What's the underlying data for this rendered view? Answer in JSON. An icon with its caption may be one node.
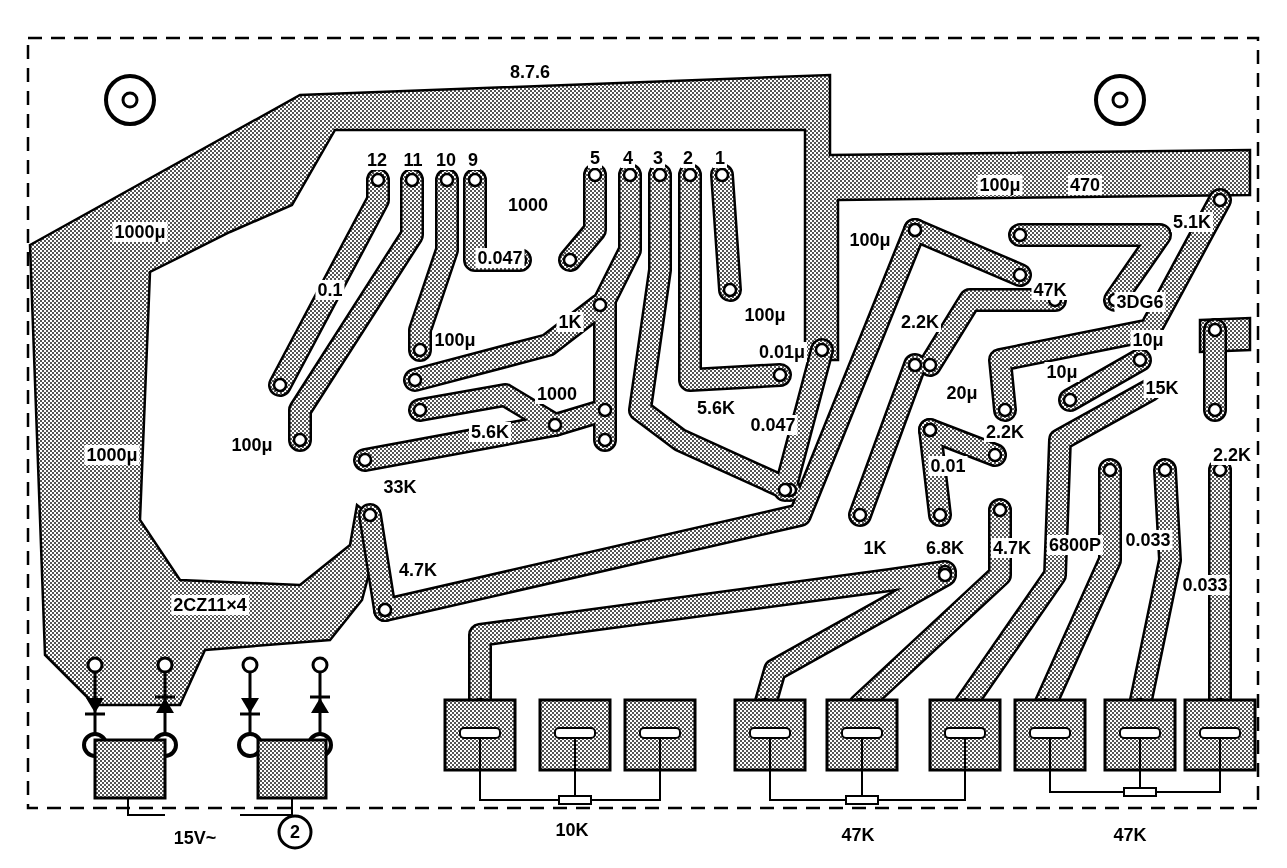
{
  "diagram": {
    "labels": [
      "8.7.6",
      "1000μ",
      "12",
      "11",
      "10",
      "9",
      "5",
      "4",
      "3",
      "2",
      "1",
      "1000",
      "0.047",
      "0.1",
      "100μ",
      "1K",
      "100μ",
      "470",
      "100μ",
      "47K",
      "5.1K",
      "3DG6",
      "2.2K",
      "100μ",
      "0.01μ",
      "10μ",
      "1000μ",
      "20μ",
      "10μ",
      "15K",
      "5.6K",
      "1000",
      "5.6K",
      "0.047",
      "2.2K",
      "2.2K",
      "100μ",
      "0.01",
      "33K",
      "1K",
      "6.8K",
      "4.7K",
      "6800P",
      "0.033",
      "0.033",
      "4.7K",
      "2CZ11×4",
      "15V~",
      "2",
      "10K",
      "47K",
      "47K"
    ]
  }
}
